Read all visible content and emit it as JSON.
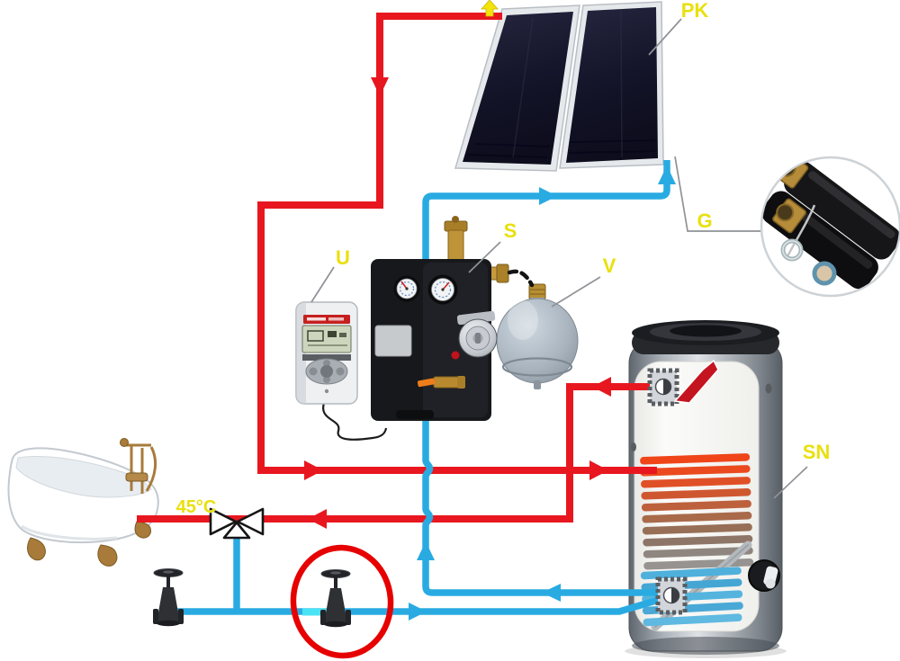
{
  "page": {
    "background": "#ffffff",
    "description": "Schematic of a solar thermal water-heating installation with collectors, pump station, controller, expansion vessel, storage tank, bathtub and a gate valve highlighted by a red circle"
  },
  "labels": {
    "collectors": "PK",
    "pipe_set": "G",
    "controller": "U",
    "safety_group": "S",
    "expansion_vessel": "V",
    "storage_tank": "SN",
    "mixed_water_temperature": "45°C"
  },
  "colors": {
    "hot_pipe": "#e8171f",
    "cold_pipe": "#29abe2",
    "label_text": "#e9e00e",
    "highlight_circle": "#e60000",
    "leader_line": "#8f9296"
  },
  "components": [
    {
      "name": "solar-collectors",
      "label": "PK"
    },
    {
      "name": "insulated-twin-pipe-detail",
      "label": "G"
    },
    {
      "name": "solar-controller",
      "label": "U"
    },
    {
      "name": "safety-valve-group",
      "label": "S"
    },
    {
      "name": "expansion-vessel",
      "label": "V"
    },
    {
      "name": "storage-tank",
      "label": "SN"
    },
    {
      "name": "pump-station",
      "label": ""
    },
    {
      "name": "bathtub",
      "label": ""
    },
    {
      "name": "three-way-mixing-valve",
      "label": "45°C"
    },
    {
      "name": "gate-valve",
      "label": ""
    },
    {
      "name": "highlighted-gate-valve",
      "label": ""
    }
  ]
}
